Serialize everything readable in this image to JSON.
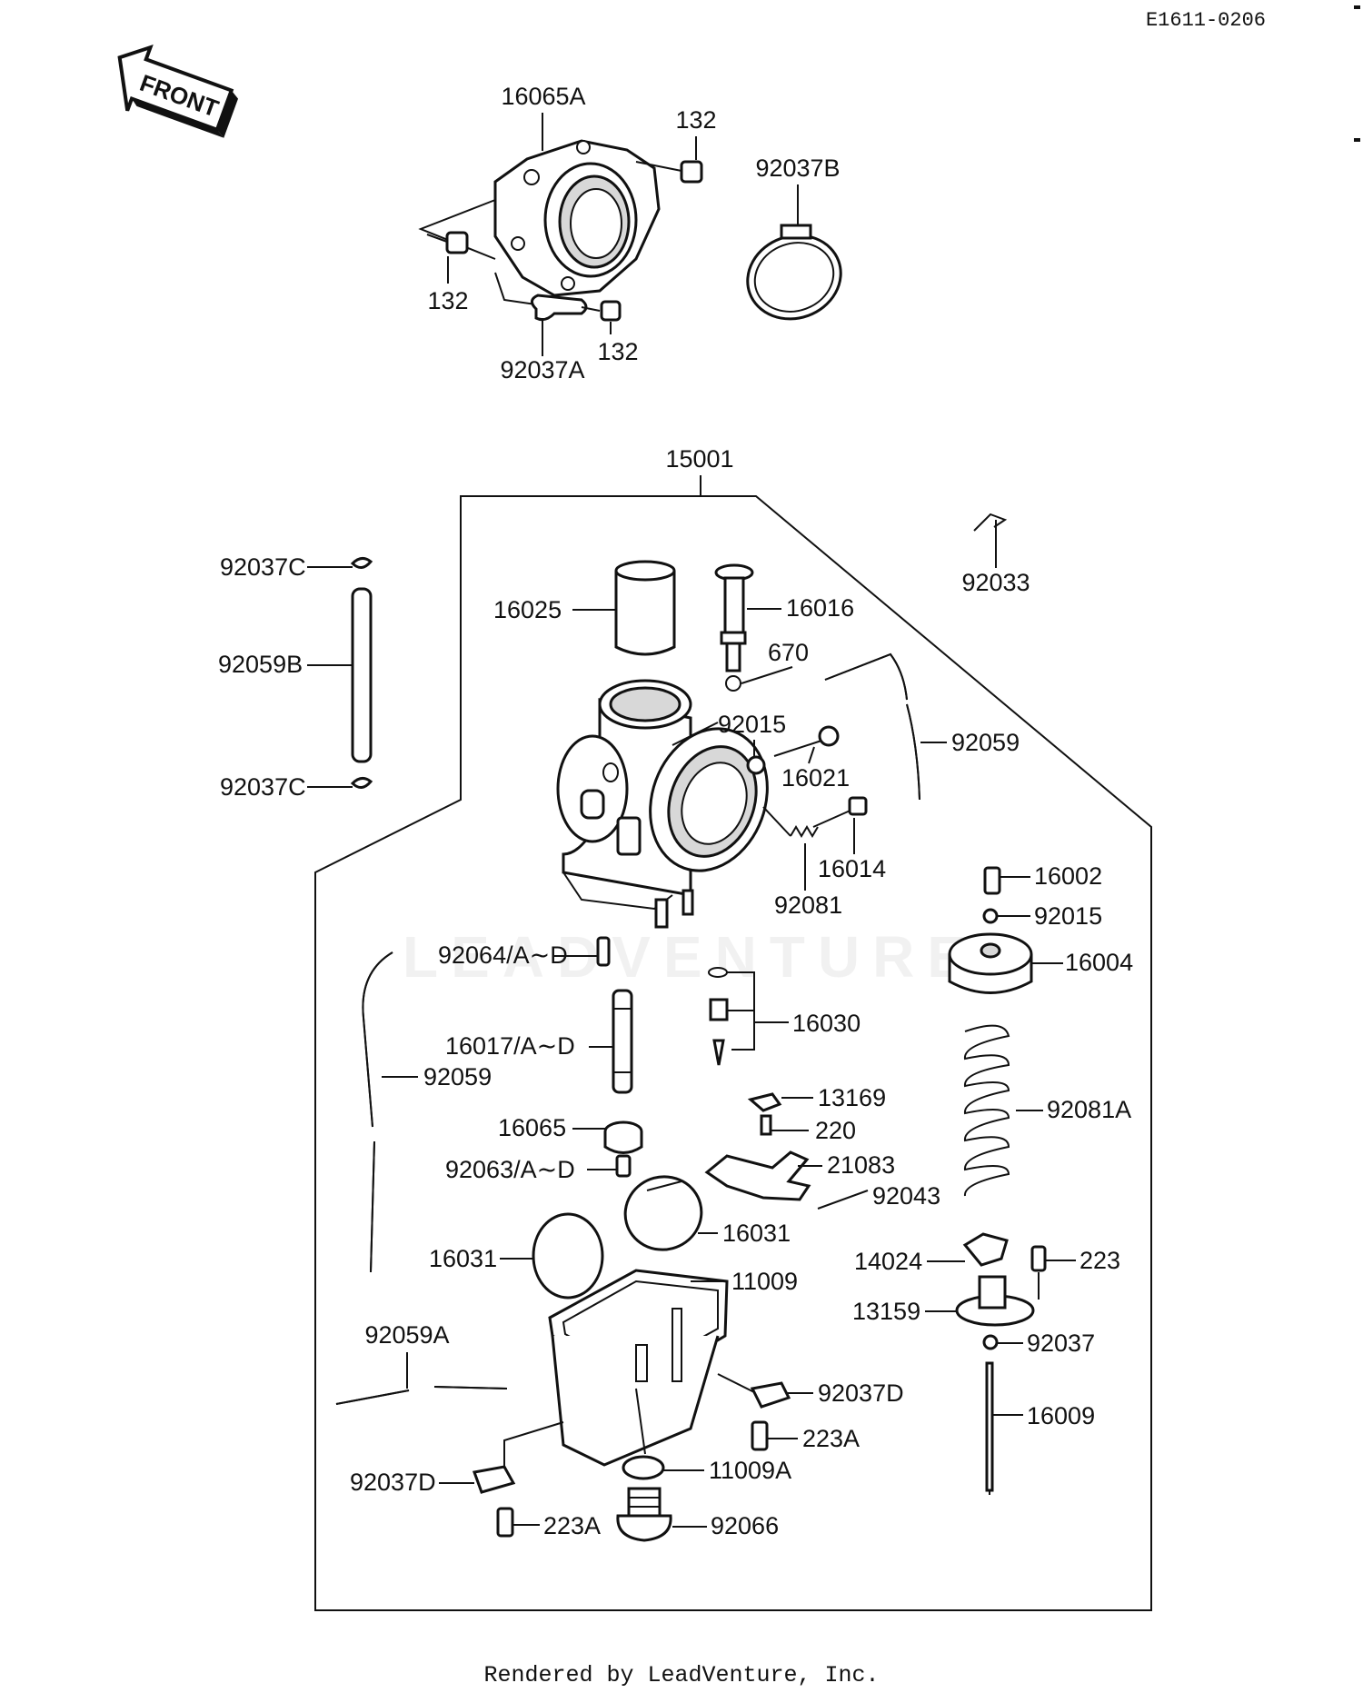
{
  "diagram_ref": "E1611-0206",
  "front_label": "FRONT",
  "watermark": "LEADVENTURE",
  "footer": "Rendered by LeadVenture, Inc.",
  "assembly_label": "15001",
  "labels": {
    "p16065A": "16065A",
    "p132_top": "132",
    "p132_left": "132",
    "p132_bottom": "132",
    "p92037B": "92037B",
    "p92037A": "92037A",
    "p92037C_top": "92037C",
    "p92059B": "92059B",
    "p92037C_bottom": "92037C",
    "p16025": "16025",
    "p16016": "16016",
    "p670": "670",
    "p92033": "92033",
    "p92015_upper": "92015",
    "p16021": "16021",
    "p92059_right": "92059",
    "p16014": "16014",
    "p92081": "92081",
    "p16002": "16002",
    "p92015_lower": "92015",
    "p16004": "16004",
    "p92064": "92064/A∼D",
    "p16030": "16030",
    "p16017": "16017/A∼D",
    "p92059_left": "92059",
    "p92081A": "92081A",
    "p13169": "13169",
    "p220": "220",
    "p16065": "16065",
    "p92063": "92063/A∼D",
    "p21083": "21083",
    "p92043": "92043",
    "p16031_right": "16031",
    "p16031_left": "16031",
    "p14024": "14024",
    "p223": "223",
    "p11009": "11009",
    "p13159": "13159",
    "p92059A": "92059A",
    "p92037": "92037",
    "p92037D_right": "92037D",
    "p16009": "16009",
    "p223A_right": "223A",
    "p11009A": "11009A",
    "p92037D_left": "92037D",
    "p223A_left": "223A",
    "p92066": "92066"
  }
}
